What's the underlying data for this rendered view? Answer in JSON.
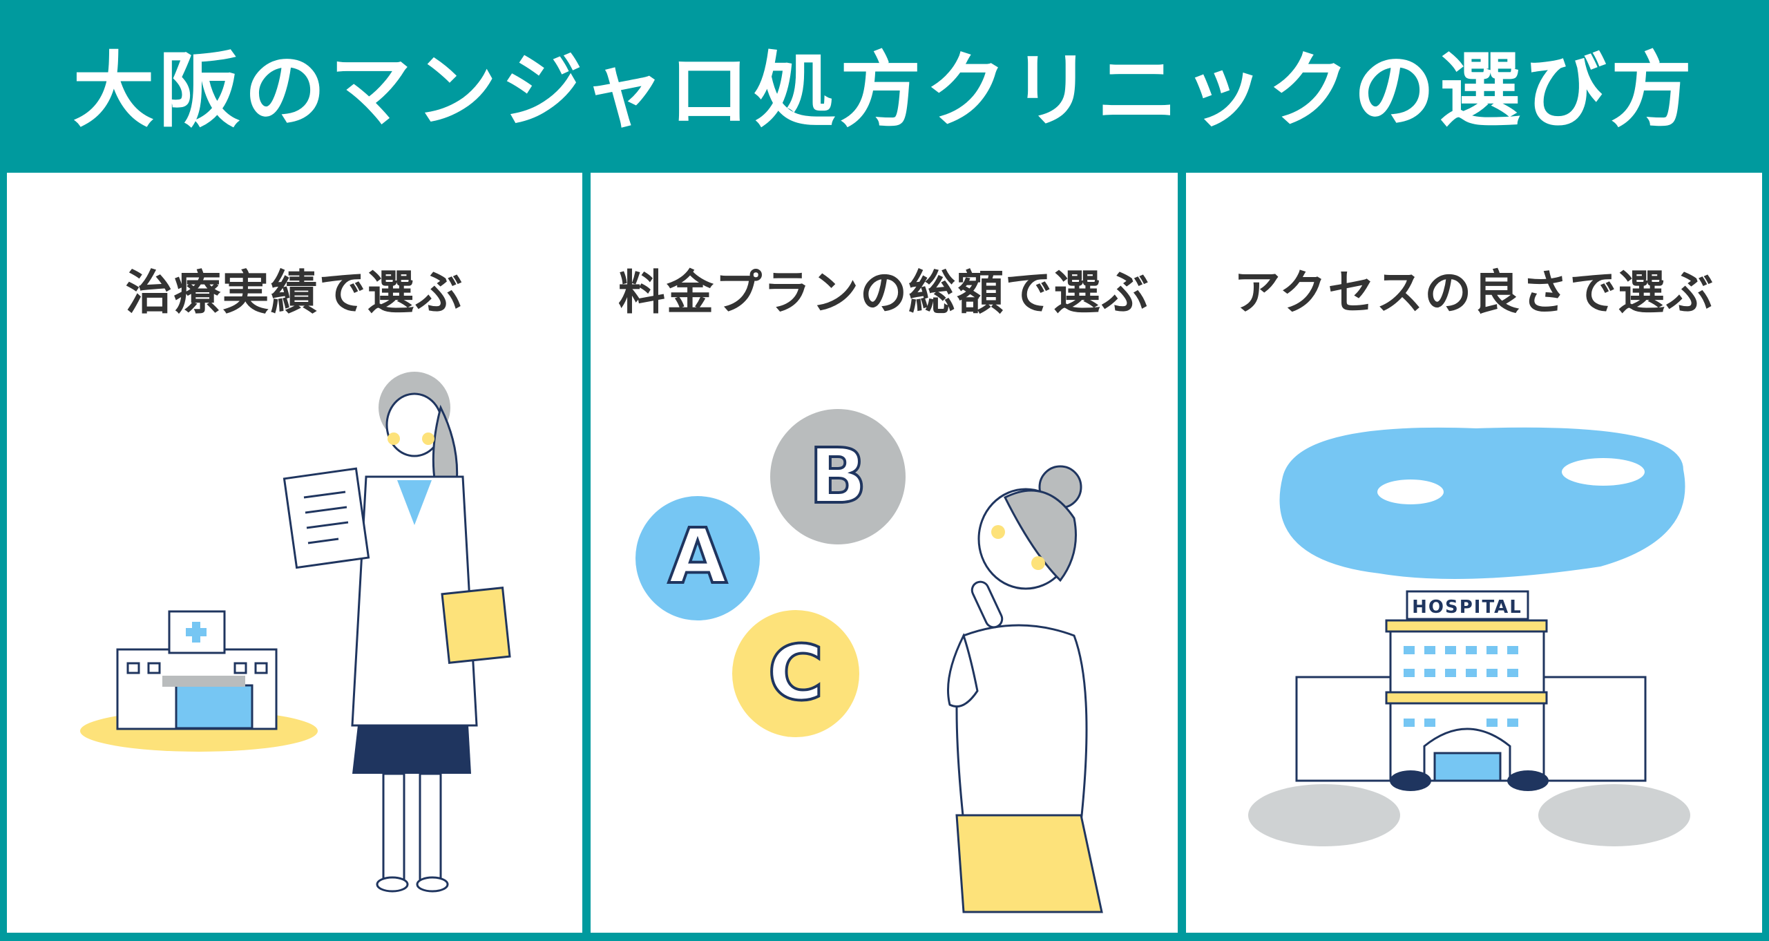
{
  "header": {
    "title": "大阪のマンジャロ処方クリニックの選び方"
  },
  "panels": [
    {
      "title": "治療実績で選ぶ",
      "illustration": "doctor-and-clinic"
    },
    {
      "title": "料金プランの総額で選ぶ",
      "illustration": "woman-choosing-options",
      "options": [
        "A",
        "B",
        "C"
      ]
    },
    {
      "title": "アクセスの良さで選ぶ",
      "illustration": "hospital-building",
      "sign": "HOSPITAL"
    }
  ],
  "colors": {
    "teal": "#009a9e",
    "white": "#ffffff",
    "text": "#333333",
    "blue": "#76c6f3",
    "yellow": "#fde27a",
    "gray": "#b9bcbd",
    "navy": "#1f355f"
  }
}
